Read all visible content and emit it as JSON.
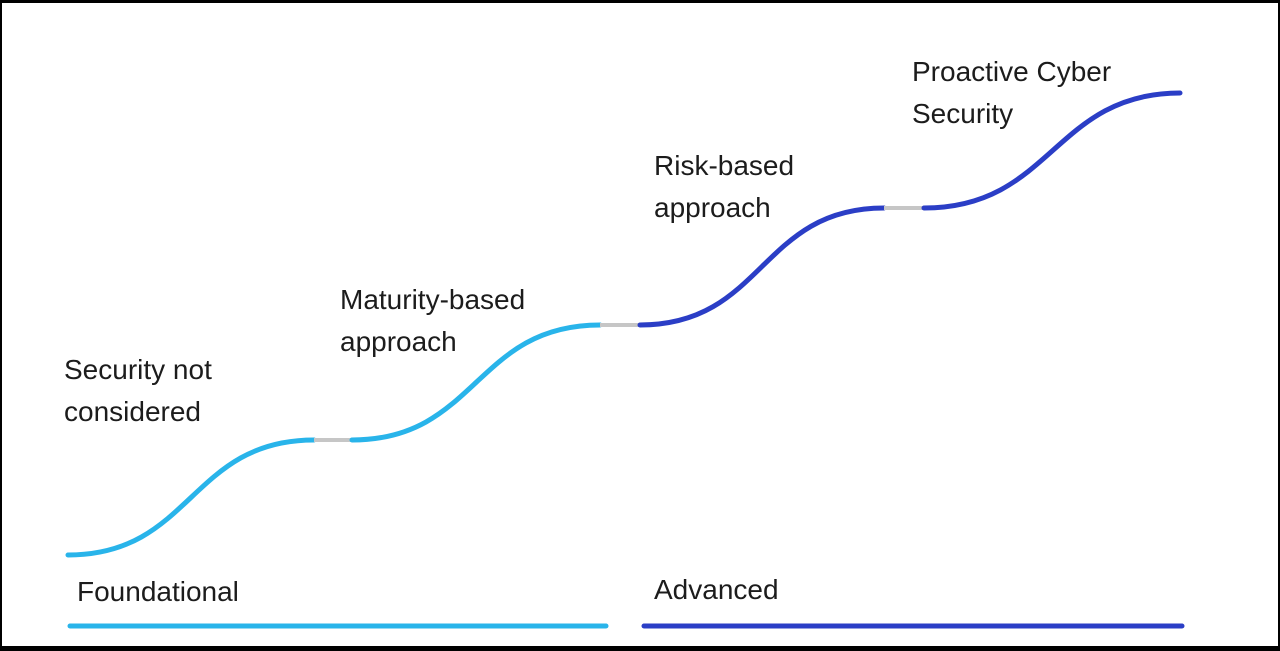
{
  "colors": {
    "light_blue": "#29b4ea",
    "dark_blue": "#2b3ec6",
    "connector_gray": "#c6c6c6",
    "text": "#1c1c1c",
    "border": "#000000"
  },
  "stages": [
    {
      "id": "security-not-considered",
      "lines": [
        "Security not",
        "considered"
      ]
    },
    {
      "id": "maturity-based-approach",
      "lines": [
        "Maturity-based",
        "approach"
      ]
    },
    {
      "id": "risk-based-approach",
      "lines": [
        "Risk-based",
        "approach"
      ]
    },
    {
      "id": "proactive-cyber-security",
      "lines": [
        "Proactive Cyber",
        "Security"
      ]
    }
  ],
  "axis": {
    "foundational": "Foundational",
    "advanced": "Advanced"
  }
}
